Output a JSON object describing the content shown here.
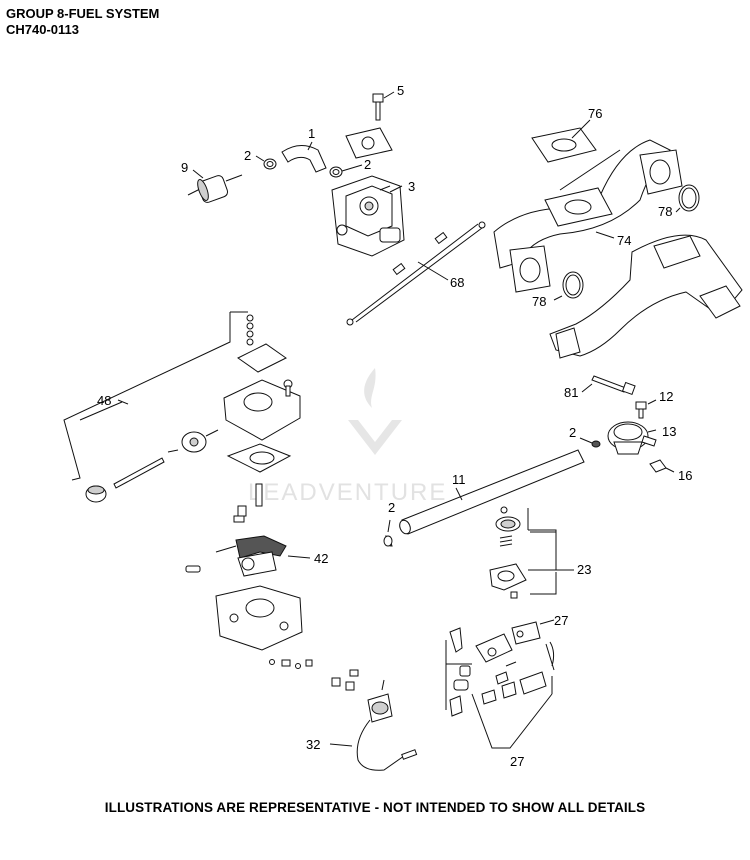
{
  "header": {
    "group_title": "GROUP 8-FUEL SYSTEM",
    "model_code": "CH740-0113"
  },
  "watermark": {
    "brand": "LEADVENTURE"
  },
  "callouts": [
    {
      "id": "c1",
      "label": "1"
    },
    {
      "id": "c2a",
      "label": "2"
    },
    {
      "id": "c2b",
      "label": "2"
    },
    {
      "id": "c2c",
      "label": "2"
    },
    {
      "id": "c2d",
      "label": "2"
    },
    {
      "id": "c3",
      "label": "3"
    },
    {
      "id": "c5",
      "label": "5"
    },
    {
      "id": "c9",
      "label": "9"
    },
    {
      "id": "c11",
      "label": "11"
    },
    {
      "id": "c12",
      "label": "12"
    },
    {
      "id": "c13",
      "label": "13"
    },
    {
      "id": "c16",
      "label": "16"
    },
    {
      "id": "c23",
      "label": "23"
    },
    {
      "id": "c27a",
      "label": "27"
    },
    {
      "id": "c27b",
      "label": "27"
    },
    {
      "id": "c32",
      "label": "32"
    },
    {
      "id": "c42",
      "label": "42"
    },
    {
      "id": "c48",
      "label": "48"
    },
    {
      "id": "c68",
      "label": "68"
    },
    {
      "id": "c74",
      "label": "74"
    },
    {
      "id": "c76",
      "label": "76"
    },
    {
      "id": "c78a",
      "label": "78"
    },
    {
      "id": "c78b",
      "label": "78"
    },
    {
      "id": "c81",
      "label": "81"
    }
  ],
  "footer": {
    "disclaimer": "ILLUSTRATIONS ARE REPRESENTATIVE - NOT INTENDED TO SHOW ALL DETAILS"
  }
}
